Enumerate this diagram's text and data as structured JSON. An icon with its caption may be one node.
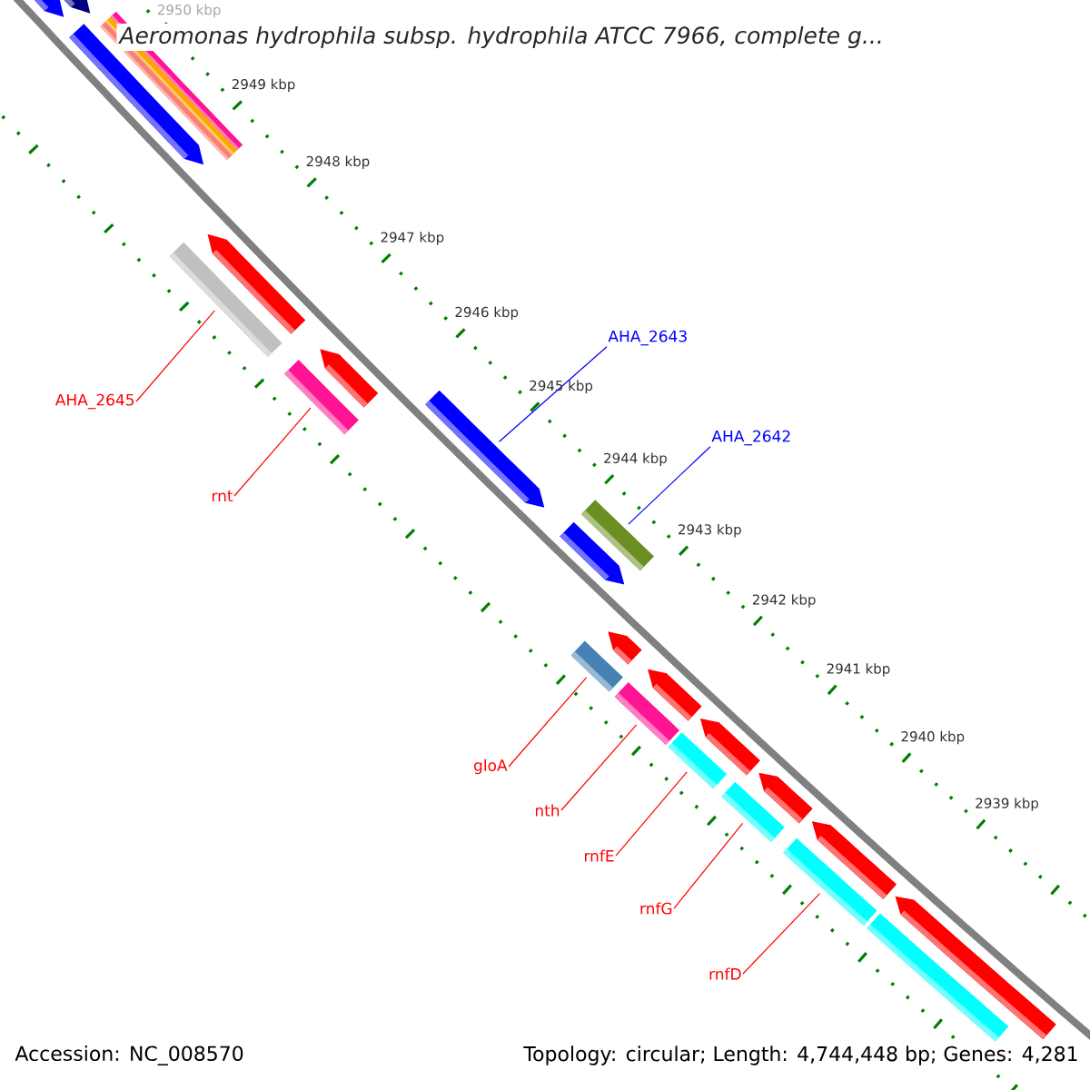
{
  "diagram": {
    "title": "Aeromonas hydrophila subsp. hydrophila ATCC 7966, complete g...",
    "nodes": [
      {
        "text": [],
        "shape": "arrow"
      },
      {
        "text": [],
        "shape": "arrow"
      },
      {
        "text": [],
        "shape": "arrow"
      },
      {
        "text": [],
        "shape": "bar"
      },
      {
        "text": [],
        "shape": "bar"
      },
      {
        "text": [],
        "shape": "bar"
      },
      {
        "text": [],
        "shape": "arrow"
      },
      {
        "text": [],
        "shape": "bar"
      },
      {
        "text": [],
        "shape": "arrow"
      },
      {
        "text": [],
        "shape": "bar"
      },
      {
        "text": [],
        "shape": "arrow"
      },
      {
        "text": [],
        "shape": "bar"
      },
      {
        "text": [],
        "shape": "arrow"
      },
      {
        "text": [],
        "shape": "arrow"
      },
      {
        "text": [],
        "shape": "bar"
      },
      {
        "text": [],
        "shape": "arrow"
      },
      {
        "text": [],
        "shape": "bar"
      },
      {
        "text": [],
        "shape": "arrow"
      },
      {
        "text": [],
        "shape": "bar"
      },
      {
        "text": [],
        "shape": "arrow"
      },
      {
        "text": [],
        "shape": "bar"
      },
      {
        "text": [],
        "shape": "arrow"
      },
      {
        "text": [],
        "shape": "bar"
      },
      {
        "text": [],
        "shape": "arrow"
      },
      {
        "text": [],
        "shape": "bar"
      },
      {
        "text": [
          "AHA_2645"
        ]
      },
      {
        "text": [
          "rnt"
        ]
      },
      {
        "text": [
          "AHA_2643"
        ]
      },
      {
        "text": [
          "AHA_2642"
        ]
      },
      {
        "text": [
          "gloA"
        ]
      },
      {
        "text": [
          "nth"
        ]
      },
      {
        "text": [
          "rnfE"
        ]
      },
      {
        "text": [
          "rnfG"
        ]
      },
      {
        "text": [
          "rnfD"
        ]
      }
    ],
    "edges": [
      {
        "from": 25,
        "to": 7,
        "arrow": "none"
      },
      {
        "from": 26,
        "to": 9,
        "arrow": "none"
      },
      {
        "from": 27,
        "to": 10,
        "arrow": "none",
        "color": "#0000ff"
      },
      {
        "from": 28,
        "to": 11,
        "arrow": "none",
        "color": "#0000ff"
      },
      {
        "from": 29,
        "to": 14,
        "arrow": "none"
      },
      {
        "from": 30,
        "to": 16,
        "arrow": "none"
      },
      {
        "from": 31,
        "to": 18,
        "arrow": "none"
      },
      {
        "from": 32,
        "to": 20,
        "arrow": "none"
      },
      {
        "from": 33,
        "to": 22,
        "arrow": "none"
      }
    ],
    "labels": [
      "2950 kbp",
      "2949 kbp",
      "2948 kbp",
      "2947 kbp",
      "2946 kbp",
      "2945 kbp",
      "2944 kbp",
      "2943 kbp",
      "2942 kbp",
      "2941 kbp",
      "2940 kbp",
      "2939 kbp",
      "Accession: NC_008570",
      "Topology: circular; Length: 4,744,448 bp; Genes: 4,281"
    ]
  }
}
